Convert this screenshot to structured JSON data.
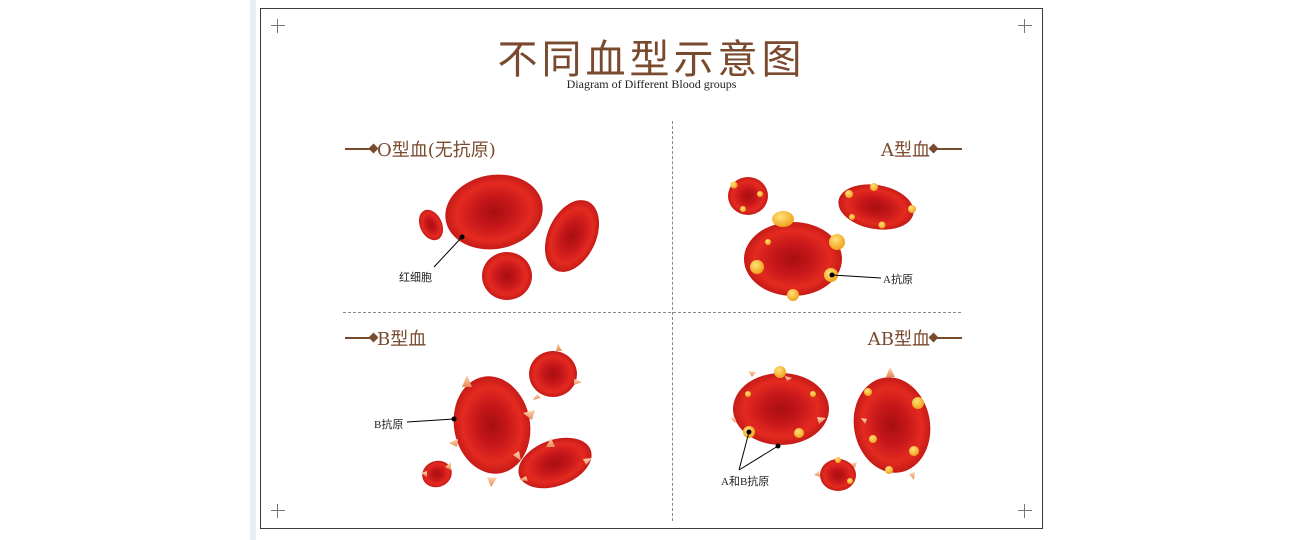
{
  "title": "不同血型示意图",
  "subtitle": "Diagram of Different Blood groups",
  "quadrants": {
    "o": {
      "label": "O型血(无抗原)",
      "annotation": "红细胞"
    },
    "a": {
      "label": "A型血",
      "annotation": "A抗原"
    },
    "b": {
      "label": "B型血",
      "annotation": "B抗原"
    },
    "ab": {
      "label": "AB型血",
      "annotation": "A和B抗原"
    }
  },
  "colors": {
    "cell_red": "#e0201c",
    "cell_dark": "#a80f0f",
    "antigen_a": "#f7b52a",
    "antigen_b": "#f2a070",
    "label_brown": "#7a4a2f"
  }
}
